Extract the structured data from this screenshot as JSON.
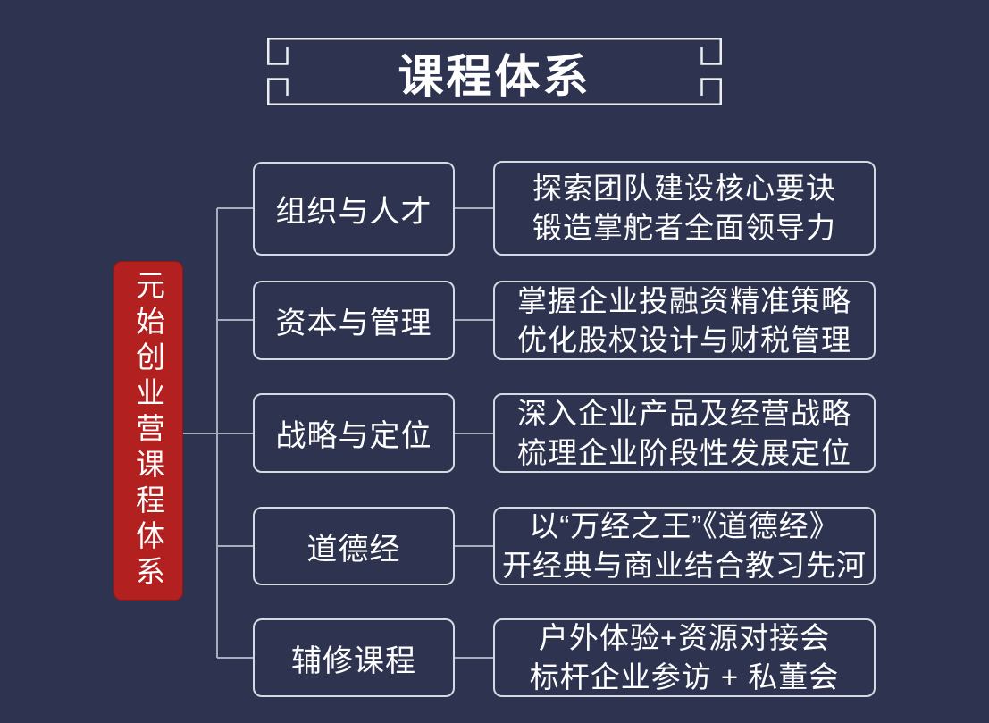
{
  "title": "课程体系",
  "root": {
    "label": "元始创业营课程体系"
  },
  "branches": [
    {
      "label": "组织与人才",
      "lines": [
        "探索团队建设核心要诀",
        "锻造掌舵者全面领导力"
      ]
    },
    {
      "label": "资本与管理",
      "lines": [
        "掌握企业投融资精准策略",
        "优化股权设计与财税管理"
      ]
    },
    {
      "label": "战略与定位",
      "lines": [
        "深入企业产品及经营战略",
        "梳理企业阶段性发展定位"
      ]
    },
    {
      "label": "道德经",
      "lines": [
        "以“万经之王”《道德经》",
        "开经典与商业结合教习先河"
      ]
    },
    {
      "label": "辅修课程",
      "lines": [
        "户外体验+资源对接会",
        "标杆企业参访 + 私董会"
      ]
    }
  ],
  "colors": {
    "background": "#2e3450",
    "root_red": "#b2211f",
    "box_border": "#d6d9e2",
    "connector": "#a7adbd",
    "frame_line": "#eceef2",
    "text": "#ffffff"
  }
}
